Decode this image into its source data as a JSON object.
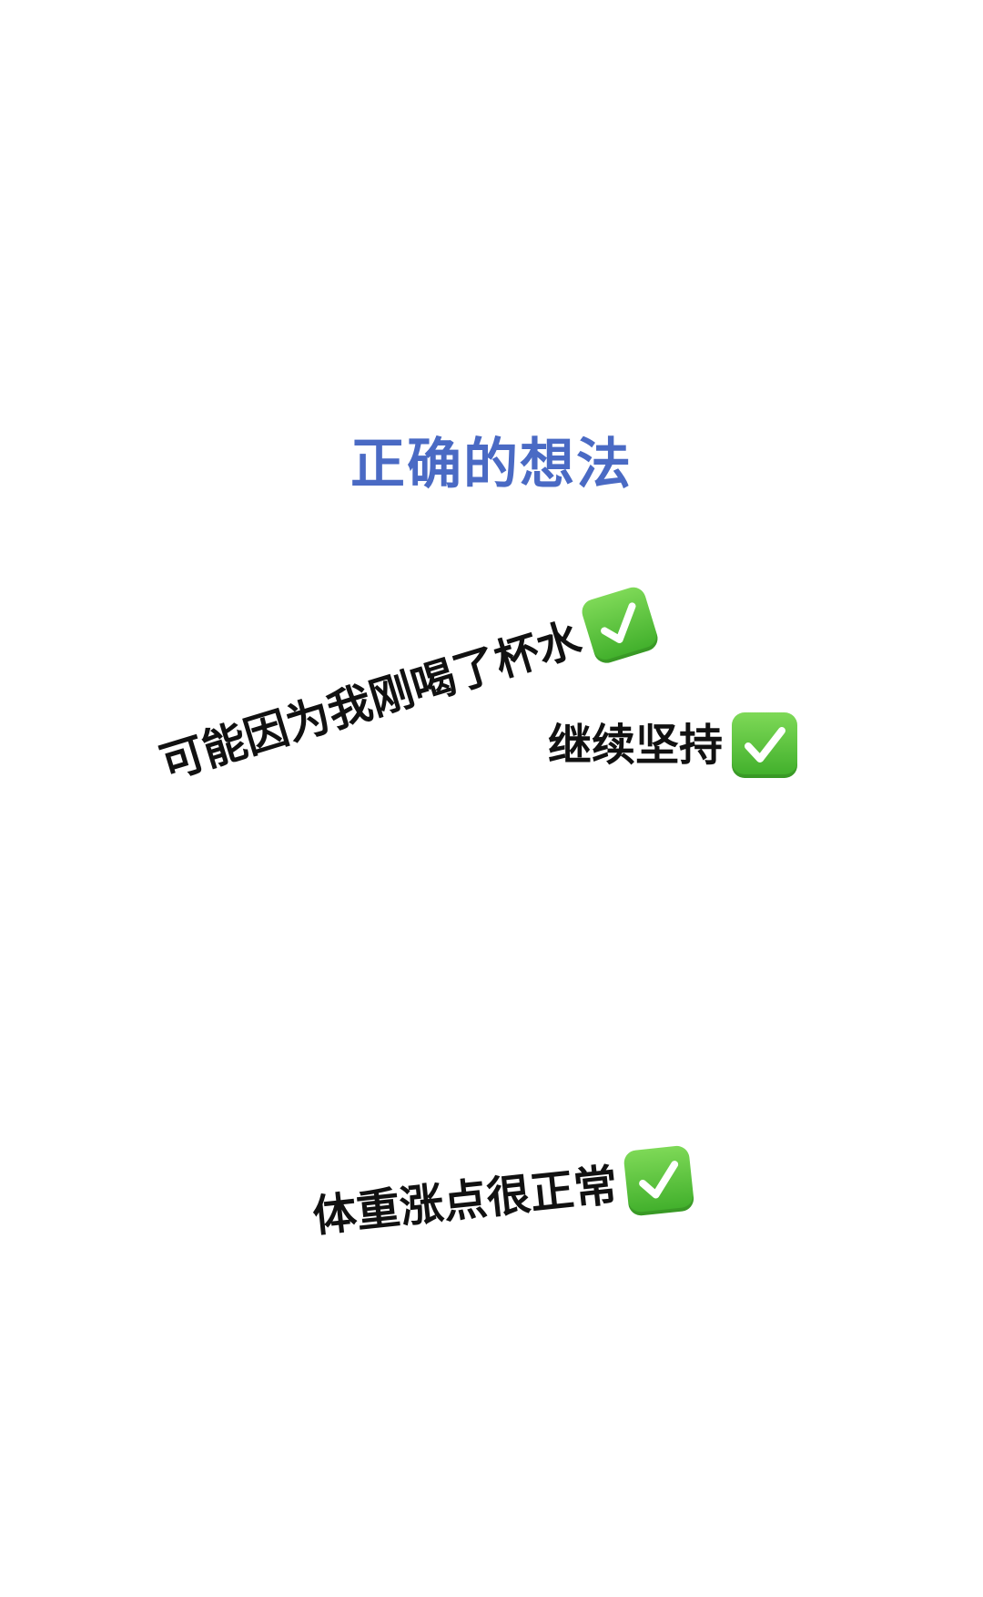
{
  "title": "正确的想法",
  "phrases": [
    {
      "text": "可能因为我刚喝了杯水",
      "icon": "check-mark-icon"
    },
    {
      "text": "继续坚持",
      "icon": "check-mark-icon"
    },
    {
      "text": "体重涨点很正常",
      "icon": "check-mark-icon"
    }
  ],
  "colors": {
    "title": "#4a6ac4",
    "text": "#111111",
    "check_bg": "#4cbb35",
    "check_mark": "#ffffff"
  }
}
